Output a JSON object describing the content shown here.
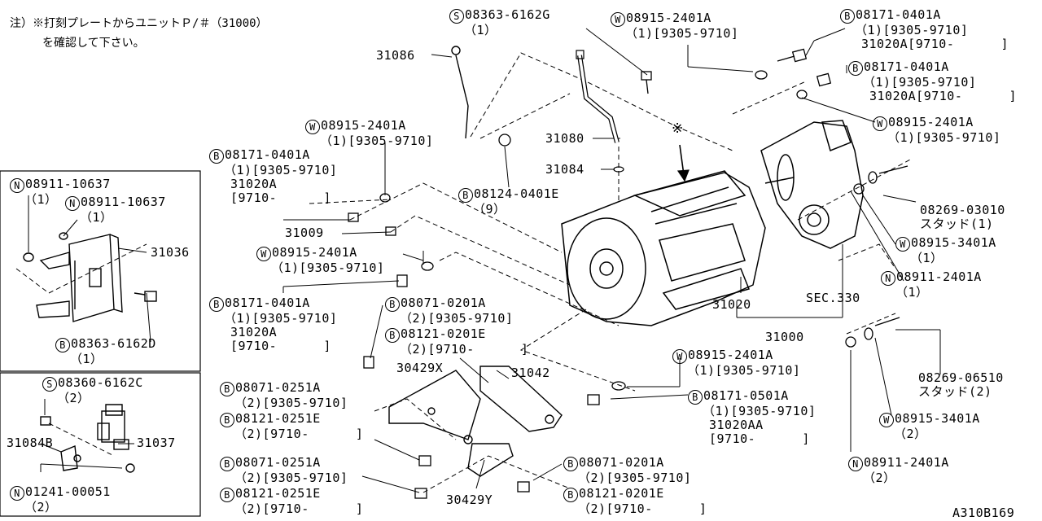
{
  "note": {
    "line1": "注）※打刻プレートからユニットＰ/＃（31000）",
    "line2": "を確認して下さい。"
  },
  "asterisk_marker": "※",
  "diagram_code": "A310B169",
  "parts": {
    "p31086": "31086",
    "p31080": "31080",
    "p31084": "31084",
    "p31009": "31009",
    "p31036": "31036",
    "p31037": "31037",
    "p31084b": "31084B",
    "p30429x": "30429X",
    "p31042": "31042",
    "p30429y": "30429Y",
    "p31020": "31020",
    "p31000": "31000",
    "sec330": "SEC.330"
  },
  "callouts": {
    "s_08363_6162g": {
      "prefix": "S",
      "line1": "08363-6162G",
      "line2": "（1）"
    },
    "w_08915_2401a_top": {
      "prefix": "W",
      "line1": "08915-2401A",
      "line2": "（1)[9305-9710]"
    },
    "b_08171_0401a_tr1": {
      "prefix": "B",
      "line1": "08171-0401A",
      "line2": "（1)[9305-9710]",
      "line3": "31020A[9710-      ]"
    },
    "b_08171_0401a_tr2": {
      "prefix": "B",
      "line1": "08171-0401A",
      "line2": "（1)[9305-9710]",
      "line3": "31020A[9710-      ]"
    },
    "w_08915_2401a_right": {
      "prefix": "W",
      "line1": "08915-2401A",
      "line2": "（1)[9305-9710]"
    },
    "w_08915_2401a_left1": {
      "prefix": "W",
      "line1": "08915-2401A",
      "line2": "（1)[9305-9710]"
    },
    "b_08171_0401a_left1": {
      "prefix": "B",
      "line1": "08171-0401A",
      "line2": "（1)[9305-9710]",
      "line3": "31020A",
      "line4": "[9710-      ]"
    },
    "b_08124_0401e": {
      "prefix": "B",
      "line1": "08124-0401E",
      "line2": "（9）"
    },
    "stud_08269_03010": {
      "line1": "08269-03010",
      "line2": "スタッド(1)"
    },
    "w_08915_3401a_a": {
      "prefix": "W",
      "line1": "08915-3401A",
      "line2": "（1）"
    },
    "n_08911_2401a_a": {
      "prefix": "N",
      "line1": "08911-2401A",
      "line2": "（1）"
    },
    "w_08915_2401a_left2": {
      "prefix": "W",
      "line1": "08915-2401A",
      "line2": "（1)[9305-9710]"
    },
    "b_08171_0401a_left2": {
      "prefix": "B",
      "line1": "08171-0401A",
      "line2": "（1)[9305-9710]",
      "line3": "31020A",
      "line4": "[9710-      ]"
    },
    "b_08071_0201a_mid": {
      "prefix": "B",
      "line1": "08071-0201A",
      "line2": "（2)[9305-9710]"
    },
    "b_08121_0201e_mid": {
      "prefix": "B",
      "line1": "08121-0201E",
      "line2": "（2)[9710-      ]"
    },
    "w_08915_2401a_lower": {
      "prefix": "W",
      "line1": "08915-2401A",
      "line2": "（1)[9305-9710]"
    },
    "b_08171_0501a": {
      "prefix": "B",
      "line1": "08171-0501A",
      "line2": "（1)[9305-9710]",
      "line3": "31020AA",
      "line4": "[9710-      ]"
    },
    "stud_08269_06510": {
      "line1": "08269-06510",
      "line2": "スタッド(2)"
    },
    "w_08915_3401a_b": {
      "prefix": "W",
      "line1": "08915-3401A",
      "line2": "（2）"
    },
    "n_08911_2401a_b": {
      "prefix": "N",
      "line1": "08911-2401A",
      "line2": "（2）"
    },
    "b_08071_0251a_1": {
      "prefix": "B",
      "line1": "08071-0251A",
      "line2": "（2)[9305-9710]"
    },
    "b_08121_0251e_1": {
      "prefix": "B",
      "line1": "08121-0251E",
      "line2": "（2)[9710-      ]"
    },
    "b_08071_0251a_2": {
      "prefix": "B",
      "line1": "08071-0251A",
      "line2": "（2)[9305-9710]"
    },
    "b_08121_0251e_2": {
      "prefix": "B",
      "line1": "08121-0251E",
      "line2": "（2)[9710-      ]"
    },
    "b_08071_0201a_bot": {
      "prefix": "B",
      "line1": "08071-0201A",
      "line2": "（2)[9305-9710]"
    },
    "b_08121_0201e_bot": {
      "prefix": "B",
      "line1": "08121-0201E",
      "line2": "（2)[9710-      ]"
    },
    "n_08911_10637_a": {
      "prefix": "N",
      "line1": "08911-10637",
      "line2": "（1）"
    },
    "n_08911_10637_b": {
      "prefix": "N",
      "line1": "08911-10637",
      "line2": "（1）"
    },
    "b_08363_6162d": {
      "prefix": "B",
      "line1": "08363-6162D",
      "line2": "（1）"
    },
    "s_08360_6162c": {
      "prefix": "S",
      "line1": "08360-6162C",
      "line2": "（2）"
    },
    "n_01241_00051": {
      "prefix": "N",
      "line1": "01241-00051",
      "line2": "（2）"
    }
  }
}
